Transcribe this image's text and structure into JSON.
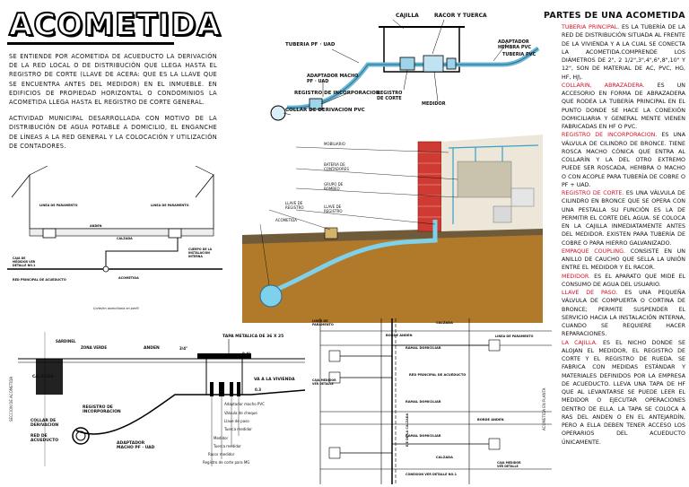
{
  "title": "ACOMETIDA",
  "intro": {
    "p1": "Se entiende por acometida de acueducto la derivación de la red local o de distribución que llega hasta el registro de corte (llave de acera: que es la llave que se encuentra antes del medidor) en el inmueble. En edificios de propiedad horizontal o condominios la acometida llega hasta el registro de corte general.",
    "p2": "Actividad municipal desarrollada con motivo de la distribución de agua potable a domicilio, el enganche de líneas a la red general y la colocación y utilización de contadores."
  },
  "panel_title": "PARTES DE UNA ACOMETIDA",
  "definitions": [
    {
      "term": "TUBERIA PRINCIPAL.",
      "text": " Es la tubería de la red de distribución situada al frente de la vivienda y a la cual se conecta la acometida.Comprende los diámetros de 2\", 2 1/2\",3\",4\",6\",8\",10\" y 12\", son de material de AC, PVC, HG, HF, HJ\\."
    },
    {
      "term": "COLLARIN, ABRAZADERA.",
      "text": " Es un accesorio en forma de abrazadera que rodea la tubería principal en el punto donde se hace la conexión domiciliaria y general mente vienen fabricadas en HF o PVC."
    },
    {
      "term": "REGISTRO DE INCORPORACION.",
      "text": " Es una válvula de cilindro de Bronce. Tiene rosca macho cónica que entra al collarín y la del otro extremo puede ser roscada, hembra o macho o con acople para tubería de cobre o PF + UAD."
    },
    {
      "term": "REGISTRO DE CORTE.",
      "text": " Es una válvula de cilindro en bronce que se opera con una pestalla su función es la de permitir el corte del agua. Se coloca en la cajilla inmediatamente antes del medidor. Existen para tubería de cobre o para hierro galvanizado."
    },
    {
      "term": "EMPAQUE COUPLING.",
      "text": " Consiste en un anillo de caucho que sella la unión entre el medidor y el racor."
    },
    {
      "term": "MEDIDOR.",
      "text": " Es el aparato que mide el consumo de agua del usuario."
    },
    {
      "term": "LLAVE DE PASO.",
      "text": " Es una pequeña válvula de compuerta o cortina de bronce; permite suspender el servicio hacia la instalación interna, cuando se requiere hacer reparaciones."
    },
    {
      "term": "LA CAJILLA.",
      "text": " Es el nicho donde se alojan el medidor, el registro de corte y el registro de rueda. Se fabrica con medidas estándar y materiales definidos por la empresa de acueducto. Lleva una tapa de HF que al levantarse se puede leer el medidor o ejecutar operaciones dentro de ella. La tapa se coloca a ras del anden o en el antejardín, pero a ella deben tener acceso los operarios del acueducto únicamente."
    }
  ],
  "diagram_top": {
    "labels": {
      "cajilla": "CAJILLA",
      "racor": "RACOR Y TUERCA",
      "tuberia": "TUBERIA PF  ·  UAD",
      "adaptador_hembra": "ADAPTADOR HEMBRA PVC",
      "tuberia_pvc": "TUBERIA PVC",
      "adaptador_macho": "ADAPTADOR MACHO PF  ·  UAD",
      "registro_incorp": "REGISTRO DE INCORPORACION",
      "registro_corte": "REGISTRO DE CORTE",
      "medidor": "MEDIDOR",
      "collar": "COLLAR DE DERIVACION PVC"
    }
  },
  "diagram_iso": {
    "labels": {
      "mobiliario": "MOBILIARIO",
      "bateria": "BATERIA DE CONTADORES",
      "grupo": "GRUPO DE BOMBEO",
      "llave_registro_a": "LLAVE DE REGISTRO",
      "llave_registro_b": "LLAVE DE REGISTRO",
      "acometida": "ACOMETIDA"
    }
  },
  "diagram_section_left": {
    "labels": {
      "linea_izq": "LINEA DE PARAMENTO",
      "linea_der": "LINEA DE PARAMENTO",
      "anden": "ANDEN",
      "calzada": "CALZADA",
      "caja": "CAJA DE MEDIDOR VER DETALLE No.1",
      "cuerpo": "CUERPO DE LA INSTALACION INTERNA",
      "red": "RED PRINCIPAL DE ACUEDUCTO",
      "acometida": "ACOMETIDA",
      "caption": "Corte/en domiciliaria en perfil"
    }
  },
  "diagram_section_bottom": {
    "labels": {
      "sardinel": "SARDINEL",
      "zona_verde": "ZONA VERDE",
      "anden": "ANDEN",
      "tapa": "TAPA METALICA DE 36 x 25",
      "a_la_vivienda": "VA A LA VIVIENDA",
      "calzada": "CALZADA",
      "registro_incorp": "REGISTRO DE INCORPORACION",
      "collar": "COLLAR DE DERIVACION",
      "red": "RED DE ACUEDUCTO",
      "adaptador": "ADAPTADOR MACHO PF · UAD",
      "adaptador_macho_pvc": "Adaptador macho PVC",
      "valvula_cheque": "Válvula de cheque",
      "llave_paso": "Llave de paso",
      "tuerca_medidor_a": "Tuerca medidor",
      "medidor": "Medidor",
      "tuerca_medidor_b": "Tuerca medidor",
      "racor_medidor": "Racor medidor",
      "registro_corte": "Registro de corte para MG",
      "dim1": "0.4\"",
      "dim2": "3/4\"",
      "dim3": "0.3"
    },
    "side_note": "SECCION DE ACOMETIDA"
  },
  "diagram_plan": {
    "labels": {
      "linea_paramento": "LINEA DE PARAMENTO",
      "calzada": "CALZADA",
      "borde_anden": "BORDE ANDEN",
      "linea_paramento_r": "LINEA DE PARAMENTO",
      "ramal_a": "RAMAL DOMICILIAR",
      "red_principal": "RED PRINCIPAL DE ACUEDUCTO",
      "caja_medidor": "CAJA MEDIDOR VER DETALLE",
      "eje_calzada": "EJE DE LA CALZADA",
      "ramal_b": "RAMAL DOMICILIAR",
      "borde_anden_b": "BORDE ANDEN",
      "ramal_c": "RAMAL DOMICILIAR",
      "conexion": "CONEXION VER DETALLE No.1",
      "caja_medidor_b": "CAJA MEDIDOR VER DETALLE",
      "calzada_b": "CALZADA",
      "side_note": "ACOMETIDA EN PLANTA"
    }
  }
}
